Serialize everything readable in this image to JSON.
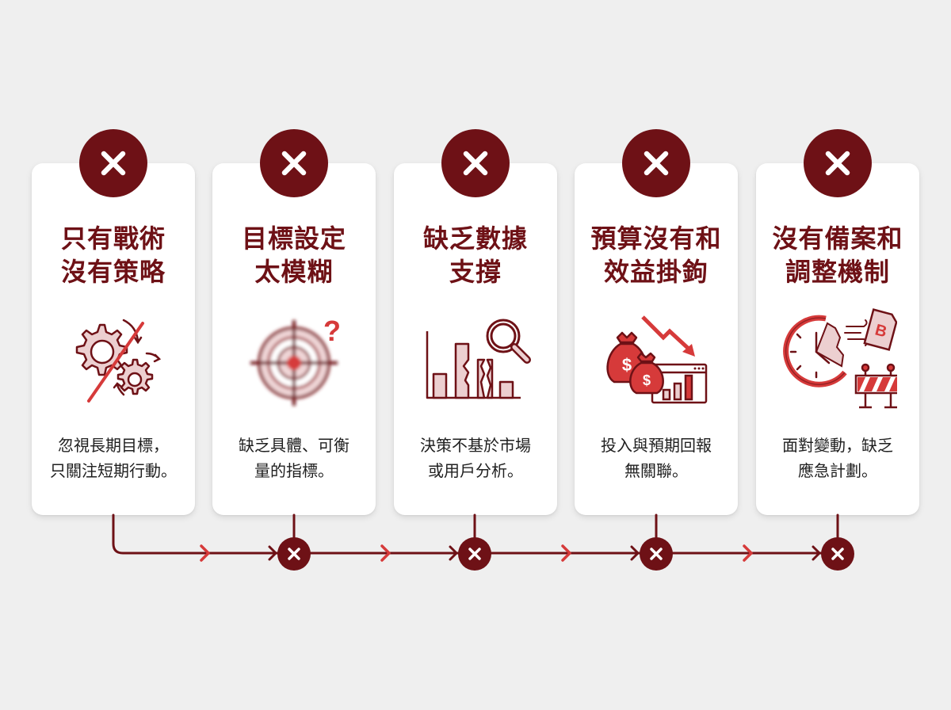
{
  "colors": {
    "background": "#efefef",
    "card": "#ffffff",
    "accent_dark": "#6e1116",
    "accent_red": "#d63a3a",
    "icon_fill": "#eccfd0",
    "text": "#1f1f1f"
  },
  "cards": [
    {
      "badge_icon": "x-icon",
      "title_lines": [
        "只有戰術",
        "沒有策略"
      ],
      "icon": "broken-gears-icon",
      "desc_lines": [
        "忽視長期目標，",
        "只關注短期行動。"
      ]
    },
    {
      "badge_icon": "x-icon",
      "title_lines": [
        "目標設定",
        "太模糊"
      ],
      "icon": "blurry-target-question-icon",
      "desc_lines": [
        "缺乏具體、可衡",
        "量的指標。"
      ]
    },
    {
      "badge_icon": "x-icon",
      "title_lines": [
        "缺乏數據",
        "支撐"
      ],
      "icon": "broken-bar-chart-magnifier-icon",
      "desc_lines": [
        "決策不基於市場",
        "或用戶分析。"
      ]
    },
    {
      "badge_icon": "x-icon",
      "title_lines": [
        "預算沒有和",
        "效益掛鉤"
      ],
      "icon": "money-bags-declining-chart-icon",
      "desc_lines": [
        "投入與預期回報",
        "無關聯。"
      ]
    },
    {
      "badge_icon": "x-icon",
      "title_lines": [
        "沒有備案和",
        "調整機制"
      ],
      "icon": "broken-clock-plan-b-barrier-icon",
      "desc_lines": [
        "面對變動，缺乏",
        "應急計劃。"
      ]
    }
  ],
  "flow": {
    "nodes": 4,
    "node_icon": "x-icon",
    "arrow_icon": "chevron-right-icon"
  }
}
